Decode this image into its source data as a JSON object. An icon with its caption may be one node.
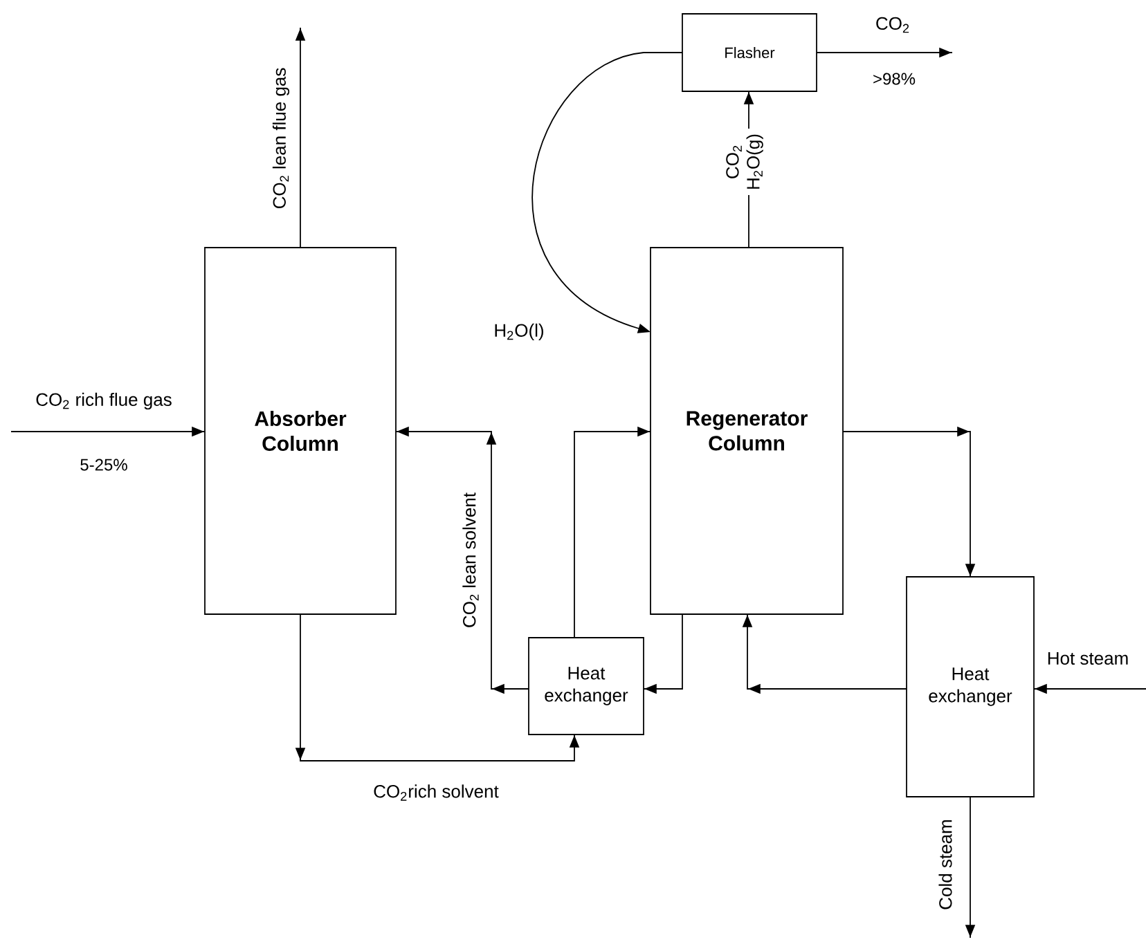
{
  "diagram": {
    "nodes": [
      {
        "text": [
          "Flasher"
        ]
      },
      {
        "text": [
          "Absorber Column"
        ]
      },
      {
        "text": [
          "Regenerator Column"
        ]
      },
      {
        "text": [
          "Heat exchanger"
        ]
      },
      {
        "text": [
          "Heat exchanger"
        ]
      }
    ],
    "edges": [
      {
        "from": null,
        "to": 1,
        "arrow": "to",
        "label": "CO$_{2}$ rich flue gas"
      },
      {
        "from": 1,
        "to": null,
        "arrow": "to",
        "label": "CO$_{2}$ lean flue gas"
      },
      {
        "from": 1,
        "to": 3,
        "arrow": "to",
        "label": "CO$_{2}$rich solvent"
      },
      {
        "from": 3,
        "to": 1,
        "arrow": "to",
        "label": "CO$_{2}$ lean solvent"
      },
      {
        "from": 2,
        "to": 3,
        "arrow": "to"
      },
      {
        "from": 3,
        "to": 2,
        "arrow": "to"
      },
      {
        "from": 2,
        "to": 4,
        "arrow": "to"
      },
      {
        "from": 4,
        "to": 2,
        "arrow": "to"
      },
      {
        "from": null,
        "to": 4,
        "arrow": "to",
        "label": "Hot steam"
      },
      {
        "from": 4,
        "to": null,
        "arrow": "to",
        "label": "Cold steam"
      },
      {
        "from": 2,
        "to": 0,
        "arrow": "to",
        "label": "CO$_{2}$ H$_{2}$O(g)"
      },
      {
        "from": 0,
        "to": 2,
        "arrow": "to",
        "label": "H$_{2}$O(l)"
      },
      {
        "from": 0,
        "to": null,
        "arrow": "to",
        "label": "CO$_{2}$"
      }
    ],
    "labels": [
      ">98%",
      "5-25%"
    ]
  }
}
